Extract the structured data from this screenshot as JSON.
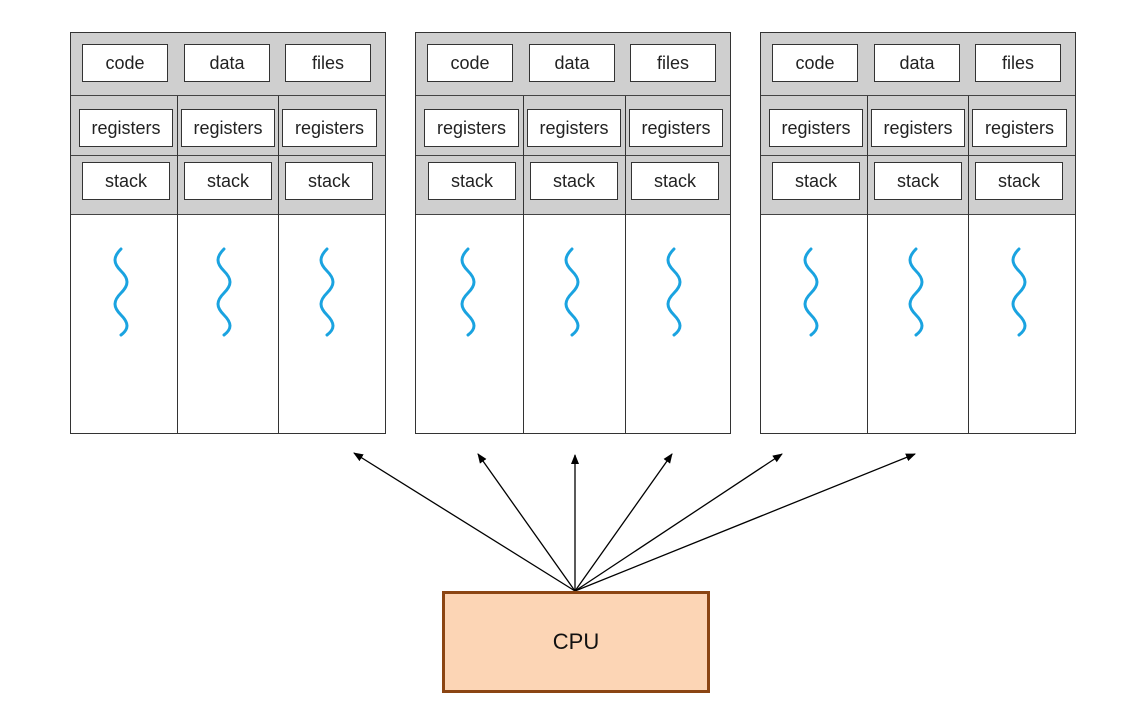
{
  "processes": [
    {
      "shared": {
        "code": "code",
        "data": "data",
        "files": "files"
      },
      "threads": [
        {
          "registers": "registers",
          "stack": "stack"
        },
        {
          "registers": "registers",
          "stack": "stack"
        },
        {
          "registers": "registers",
          "stack": "stack"
        }
      ]
    },
    {
      "shared": {
        "code": "code",
        "data": "data",
        "files": "files"
      },
      "threads": [
        {
          "registers": "registers",
          "stack": "stack"
        },
        {
          "registers": "registers",
          "stack": "stack"
        },
        {
          "registers": "registers",
          "stack": "stack"
        }
      ]
    },
    {
      "shared": {
        "code": "code",
        "data": "data",
        "files": "files"
      },
      "threads": [
        {
          "registers": "registers",
          "stack": "stack"
        },
        {
          "registers": "registers",
          "stack": "stack"
        },
        {
          "registers": "registers",
          "stack": "stack"
        }
      ]
    }
  ],
  "cpu": {
    "label": "CPU"
  },
  "colors": {
    "band": "#cfcfcf",
    "thread_squiggle": "#1aa3e0",
    "cpu_fill": "#fcd5b5",
    "cpu_border": "#8b4513"
  }
}
